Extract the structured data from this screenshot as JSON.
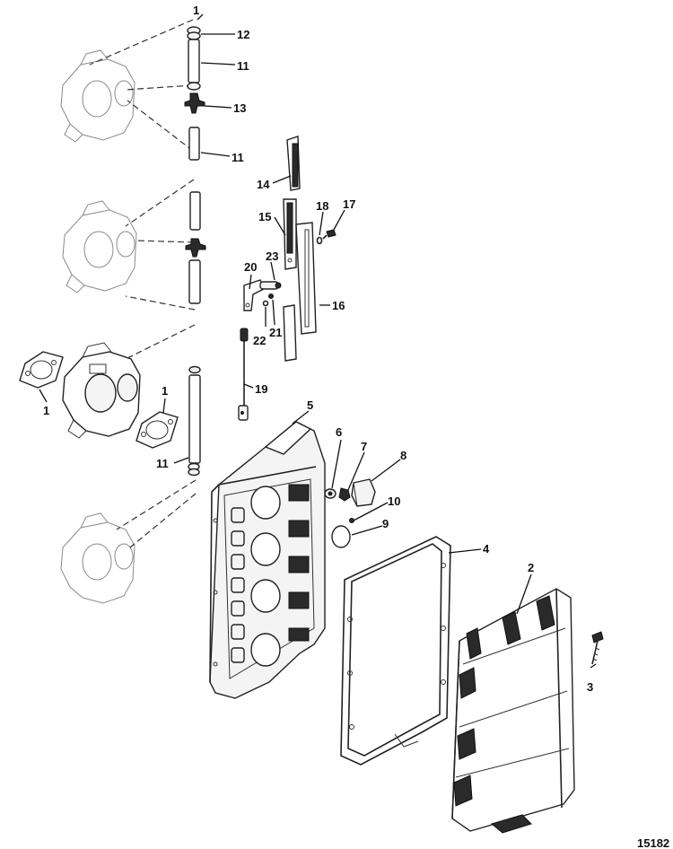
{
  "figure_code": "15182",
  "callouts": {
    "c1_top": "1",
    "c1_left": "1",
    "c1_mid": "1",
    "c2": "2",
    "c3": "3",
    "c4": "4",
    "c5": "5",
    "c6": "6",
    "c7": "7",
    "c8": "8",
    "c9": "9",
    "c10": "10",
    "c11_a": "11",
    "c11_b": "11",
    "c11_c": "11",
    "c12": "12",
    "c13": "13",
    "c14": "14",
    "c15": "15",
    "c16": "16",
    "c17": "17",
    "c18": "18",
    "c19": "19",
    "c20": "20",
    "c21": "21",
    "c22": "22",
    "c23": "23"
  }
}
